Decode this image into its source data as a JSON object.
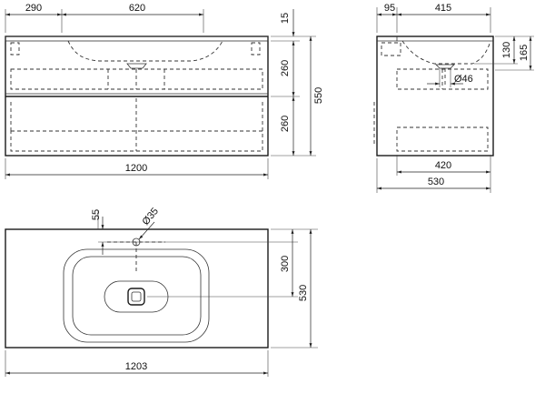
{
  "front_view": {
    "width_top_left": "290",
    "width_top_bowl": "620",
    "height_rim": "15",
    "height_upper_drawer": "260",
    "height_lower_drawer": "260",
    "height_total": "550",
    "width_total": "1200"
  },
  "side_view": {
    "depth_back_offset": "95",
    "depth_bowl": "415",
    "height_bowl": "130",
    "height_outlet": "165",
    "drain_diameter": "Ø46",
    "depth_drawer": "420",
    "depth_total": "530"
  },
  "top_view": {
    "tap_offset": "55",
    "tap_hole_diameter": "Ø35",
    "drain_offset": "300",
    "depth_total": "530",
    "width_total": "1203"
  }
}
